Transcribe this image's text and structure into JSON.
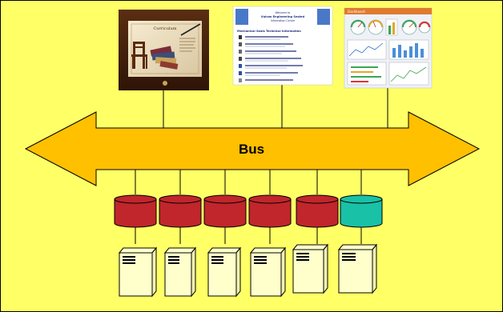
{
  "diagram": {
    "bus_label": "Bus",
    "colors": {
      "background": "#ffff66",
      "bus_fill": "#ffc000",
      "db_primary": "#c0262b",
      "db_alt": "#19c1a6",
      "server_fill": "#ffffcc"
    },
    "screenshots": [
      {
        "name": "web-content-screenshot",
        "caption": "Curriculum"
      },
      {
        "name": "technical-info-screenshot",
        "title_lines": [
          "Welcome to",
          "Vulcan Engineering Sealed",
          "Information Centre"
        ],
        "heading": "Mechanical Seals Technical Information"
      },
      {
        "name": "dashboard-screenshot",
        "header": "Dashboard"
      }
    ],
    "databases": [
      {
        "name": "database-1",
        "color": "db_primary"
      },
      {
        "name": "database-2",
        "color": "db_primary"
      },
      {
        "name": "database-3",
        "color": "db_primary"
      },
      {
        "name": "database-4",
        "color": "db_primary"
      },
      {
        "name": "database-5",
        "color": "db_primary"
      },
      {
        "name": "database-6",
        "color": "db_alt"
      }
    ],
    "servers": 6
  }
}
